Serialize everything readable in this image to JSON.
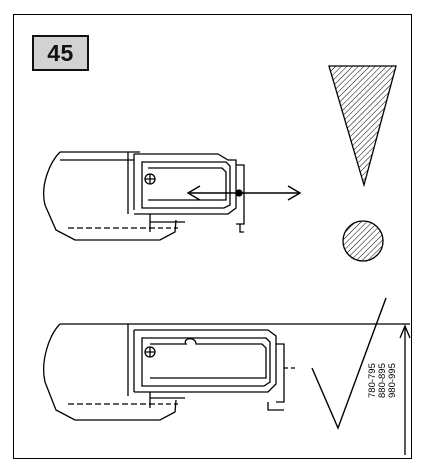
{
  "step_number": "45",
  "dimensions": [
    "780-795",
    "880-895",
    "980-995"
  ],
  "colors": {
    "line": "#000000",
    "badge_fill": "#d2d2d2",
    "background": "#ffffff"
  },
  "symbols": [
    "warning-triangle-icon",
    "hatched-circle-icon"
  ]
}
